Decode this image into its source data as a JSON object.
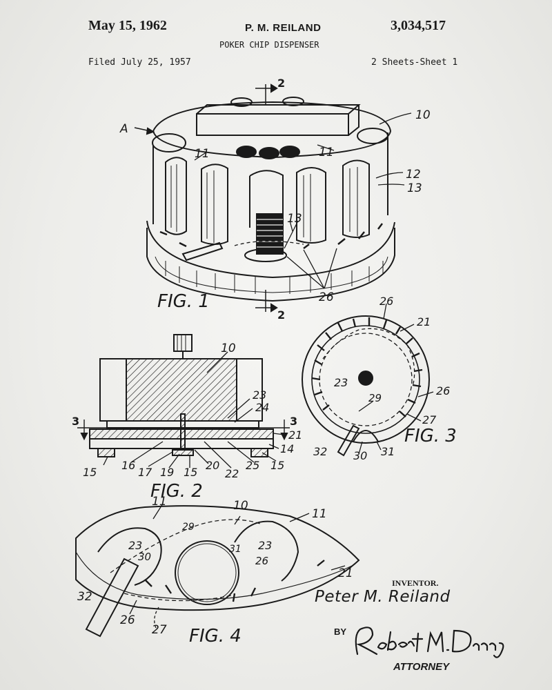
{
  "header": {
    "date": "May 15, 1962",
    "inventor": "P. M. REILAND",
    "patent_number": "3,034,517",
    "title": "POKER CHIP DISPENSER",
    "filed": "Filed July 25, 1957",
    "sheets": "2 Sheets-Sheet 1"
  },
  "figures": {
    "fig1": {
      "caption": "FIG. 1",
      "labels": {
        "a": "A",
        "n10": "10",
        "n11a": "11",
        "n11b": "11",
        "n12": "12",
        "n13a": "13",
        "n13b": "13",
        "n26": "26",
        "s2top": "2",
        "s2bot": "2"
      }
    },
    "fig2": {
      "caption": "FIG. 2",
      "labels": {
        "n10": "10",
        "n23": "23",
        "n24": "24",
        "s3l": "3",
        "s3r": "3",
        "n21": "21",
        "n14": "14",
        "n15a": "15",
        "n16": "16",
        "n17": "17",
        "n19": "19",
        "n15b": "15",
        "n20": "20",
        "n22": "22",
        "n25": "25",
        "n15c": "15"
      }
    },
    "fig3": {
      "caption": "FIG. 3",
      "labels": {
        "n26a": "26",
        "n21": "21",
        "n23": "23",
        "n26b": "26",
        "n29": "29",
        "n27": "27",
        "n32": "32",
        "n30": "30",
        "n31": "31"
      }
    },
    "fig4": {
      "caption": "FIG. 4",
      "labels": {
        "n10": "10",
        "n11a": "11",
        "n11b": "11",
        "n29": "29",
        "n23a": "23",
        "n30": "30",
        "n31": "31",
        "n23b": "23",
        "n26a": "26",
        "n21": "21",
        "n32": "32",
        "n26b": "26",
        "n27": "27"
      }
    }
  },
  "inventor_block": {
    "label": "INVENTOR.",
    "name": "Peter M. Reiland",
    "by": "BY",
    "signature": "Robert M. Dunning",
    "role": "ATTORNEY"
  }
}
